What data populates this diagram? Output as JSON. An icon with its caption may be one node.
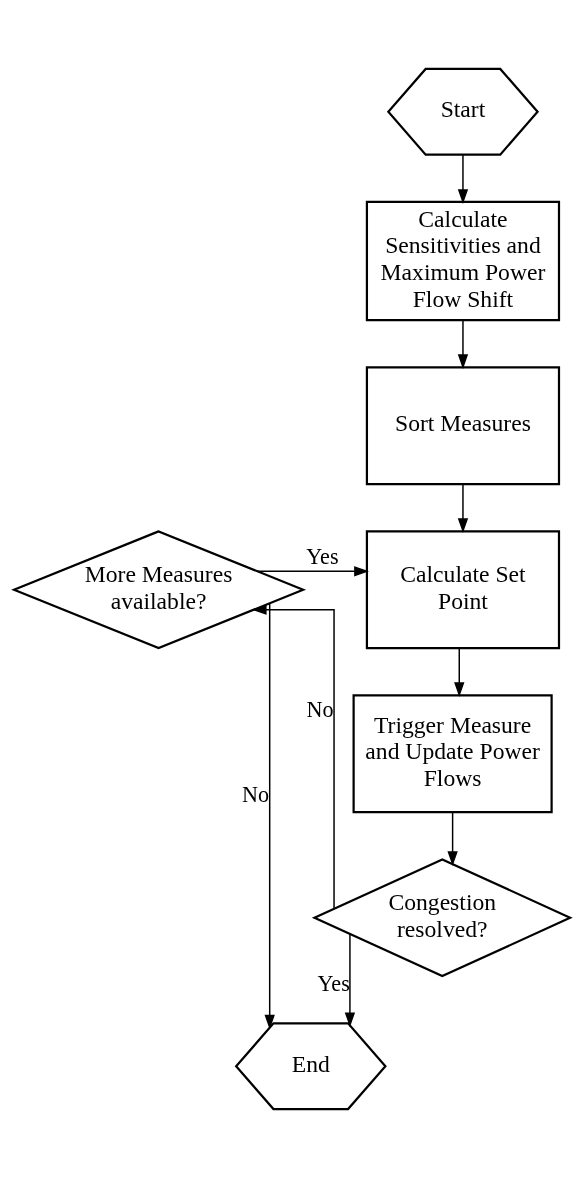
{
  "diagram": {
    "nodes": [
      {
        "text": [
          "Start"
        ]
      },
      {
        "text": [
          "Calculate Sensitivities and Maximum Power Flow Shift"
        ]
      },
      {
        "text": [
          "Sort Measures"
        ]
      },
      {
        "text": [
          "More Measures available?"
        ]
      },
      {
        "text": [
          "Calculate Set Point"
        ]
      },
      {
        "text": [
          "Trigger Measure and Update Power Flows"
        ]
      },
      {
        "text": [
          "Congestion resolved?"
        ]
      },
      {
        "text": [
          "End"
        ]
      }
    ],
    "edges": [
      {
        "from": 0,
        "to": 1,
        "arrow": "to"
      },
      {
        "from": 1,
        "to": 2,
        "arrow": "to"
      },
      {
        "from": 2,
        "to": 4,
        "arrow": "to"
      },
      {
        "from": 3,
        "to": 4,
        "arrow": "to",
        "label": "Yes"
      },
      {
        "from": 4,
        "to": 5,
        "arrow": "to"
      },
      {
        "from": 5,
        "to": 6,
        "arrow": "to"
      },
      {
        "from": 6,
        "to": 3,
        "arrow": "to",
        "label": "No"
      },
      {
        "from": 6,
        "to": 7,
        "arrow": "to",
        "label": "Yes"
      },
      {
        "from": 3,
        "to": 7,
        "arrow": "to",
        "label": "No"
      }
    ]
  }
}
